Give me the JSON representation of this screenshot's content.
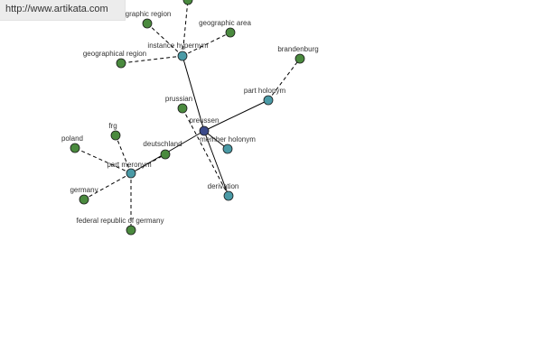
{
  "source_url": "http://www.artikata.com",
  "colors": {
    "center_node": "#3b4a8a",
    "relation_node": "#4a9aa6",
    "leaf_node": "#4a8a3e",
    "edge": "#000000",
    "label": "#333333"
  },
  "graph": {
    "center": {
      "id": "preussen",
      "label": "preussen",
      "kind": "center"
    },
    "relations": [
      {
        "id": "instance-hypernym",
        "label": "instance hypernym",
        "kind": "relation"
      },
      {
        "id": "part-holonym",
        "label": "part holonym",
        "kind": "relation"
      },
      {
        "id": "member-holonym",
        "label": "member holonym",
        "kind": "relation"
      },
      {
        "id": "derivation",
        "label": "derivation",
        "kind": "relation"
      },
      {
        "id": "part-meronym",
        "label": "part meronym",
        "kind": "relation"
      }
    ],
    "leaves": [
      {
        "id": "geographic-region-top",
        "label": "graphic region",
        "parent": "instance-hypernym"
      },
      {
        "id": "geographic-area",
        "label": "geographic area",
        "parent": "instance-hypernym"
      },
      {
        "id": "geographical-region",
        "label": "geographical region",
        "parent": "instance-hypernym"
      },
      {
        "id": "offscreen-top",
        "label": "",
        "parent": "instance-hypernym"
      },
      {
        "id": "brandenburg",
        "label": "brandenburg",
        "parent": "part-holonym"
      },
      {
        "id": "prussian",
        "label": "prussian",
        "parent": "derivation"
      },
      {
        "id": "deutschland",
        "label": "deutschland",
        "parent": "part-meronym"
      },
      {
        "id": "frg",
        "label": "frg",
        "parent": "part-meronym"
      },
      {
        "id": "poland",
        "label": "poland",
        "parent": "part-meronym"
      },
      {
        "id": "germany",
        "label": "germany",
        "parent": "part-meronym"
      },
      {
        "id": "federal-republic-of-germany",
        "label": "federal republic of germany",
        "parent": "part-meronym"
      }
    ]
  }
}
